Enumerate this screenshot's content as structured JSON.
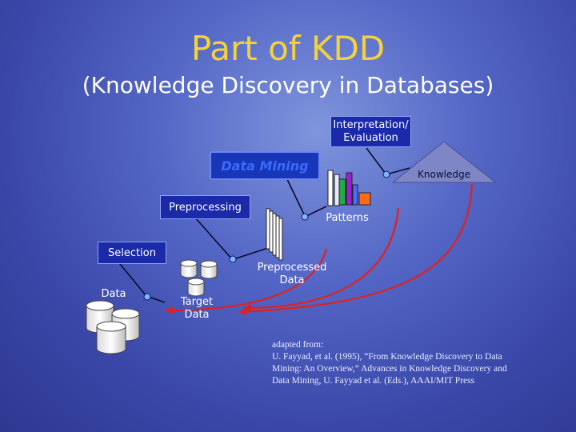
{
  "title": "Part of KDD",
  "subtitle": "(Knowledge Discovery in Databases)",
  "steps": {
    "interpretation": "Interpretation/ Evaluation",
    "data_mining": "Data Mining",
    "preprocessing": "Preprocessing",
    "selection": "Selection"
  },
  "stages": {
    "data": "Data",
    "target_data": "Target Data",
    "preprocessed_data": "Preprocessed Data",
    "patterns": "Patterns",
    "knowledge": "Knowledge"
  },
  "credit": {
    "line1": "adapted from:",
    "line2": "U. Fayyad, et al. (1995), “From Knowledge Discovery to Data",
    "line3": "Mining:  An Overview,” Advances in Knowledge Discovery and",
    "line4": "Data Mining, U. Fayyad et al. (Eds.), AAAI/MIT Press"
  },
  "colors": {
    "title": "#f4d23a",
    "step_box": "#1a2aa8",
    "data_mining_text": "#3a6af8",
    "feedback_arrow": "#e02020",
    "knowledge_triangle": "#7e86c6",
    "connector_dot": "#7fb2ff"
  },
  "icons": {
    "database": "database-cylinder-icon",
    "knowledge": "triangle-icon",
    "patterns": "pattern-stack-icon",
    "bars": "bar-pattern-icon"
  }
}
